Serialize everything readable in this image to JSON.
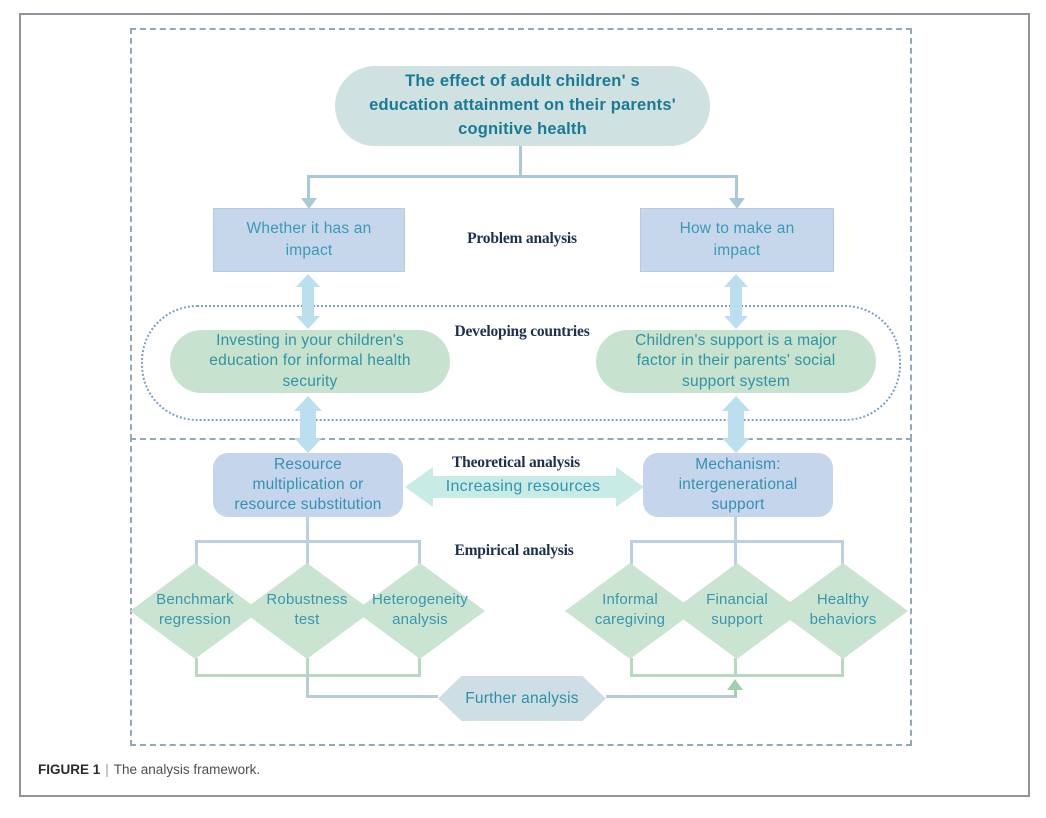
{
  "figure_caption": {
    "label": "FIGURE 1",
    "separator": "|",
    "text": "The analysis framework."
  },
  "annotations": {
    "problem_analysis": "Problem analysis",
    "developing_countries": "Developing countries",
    "theoretical_analysis": "Theoretical analysis",
    "increasing_resources": "Increasing resources",
    "empirical_analysis": "Empirical analysis"
  },
  "nodes": {
    "root": {
      "lines": [
        "The effect of adult children' s",
        "education attainment on their parents'",
        "cognitive health"
      ]
    },
    "whether_impact": {
      "lines": [
        "Whether it has an",
        "impact"
      ]
    },
    "how_impact": {
      "lines": [
        "How to make an",
        "impact"
      ]
    },
    "investing": {
      "lines": [
        "Investing in your children's",
        "education for informal health",
        "security"
      ]
    },
    "children_support": {
      "lines": [
        "Children's support is a major",
        "factor in their parents' social",
        "support system"
      ]
    },
    "resource": {
      "lines": [
        "Resource",
        "multiplication or",
        "resource substitution"
      ]
    },
    "mechanism": {
      "lines": [
        "Mechanism:",
        "intergenerational",
        "support"
      ]
    },
    "benchmark": {
      "lines": [
        "Benchmark",
        "regression"
      ]
    },
    "robustness": {
      "lines": [
        "Robustness",
        "test"
      ]
    },
    "heterogeneity": {
      "lines": [
        "Heterogeneity",
        "analysis"
      ]
    },
    "informal": {
      "lines": [
        "Informal",
        "caregiving"
      ]
    },
    "financial": {
      "lines": [
        "Financial",
        "support"
      ]
    },
    "healthy": {
      "lines": [
        "Healthy",
        "behaviors"
      ]
    },
    "further": {
      "label": "Further analysis"
    }
  },
  "colors": {
    "teal_stadium_fill": "#cfe1e1",
    "blue_box_fill": "#c6d7ec",
    "green_box_fill": "#c8e2d0",
    "diamond_fill": "#cae4d2",
    "hexagon_fill": "#cddee5",
    "arrow_blue": "#bbdfee",
    "arrow_teal": "#c9ebe5",
    "connector_blue": "#a9c9d6",
    "connector_green": "#b7d8c1",
    "node_text_teal": "#2f93a4",
    "label_navy": "#1d3050",
    "dashed_border": "#93aab4"
  }
}
